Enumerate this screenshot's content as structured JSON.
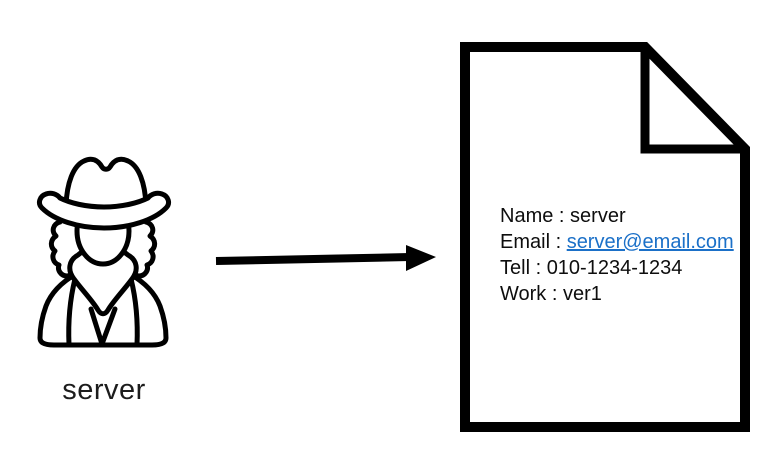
{
  "actor": {
    "label": "server",
    "icon": "cowboy-user-icon"
  },
  "arrow": {
    "icon": "arrow-right",
    "direction": "right"
  },
  "document": {
    "icon": "file-dog-ear",
    "fields": [
      {
        "label": "Name",
        "sep": " : ",
        "value": "server"
      },
      {
        "label": "Email",
        "sep": " : ",
        "value": "server@email.com"
      },
      {
        "label": "Tell",
        "sep": " : ",
        "value": "010-1234-1234"
      },
      {
        "label": "Work",
        "sep": " : ",
        "value": "ver1"
      }
    ]
  },
  "colors": {
    "ink": "#000000",
    "link_blue": "#1B70C8",
    "background": "#ffffff"
  }
}
